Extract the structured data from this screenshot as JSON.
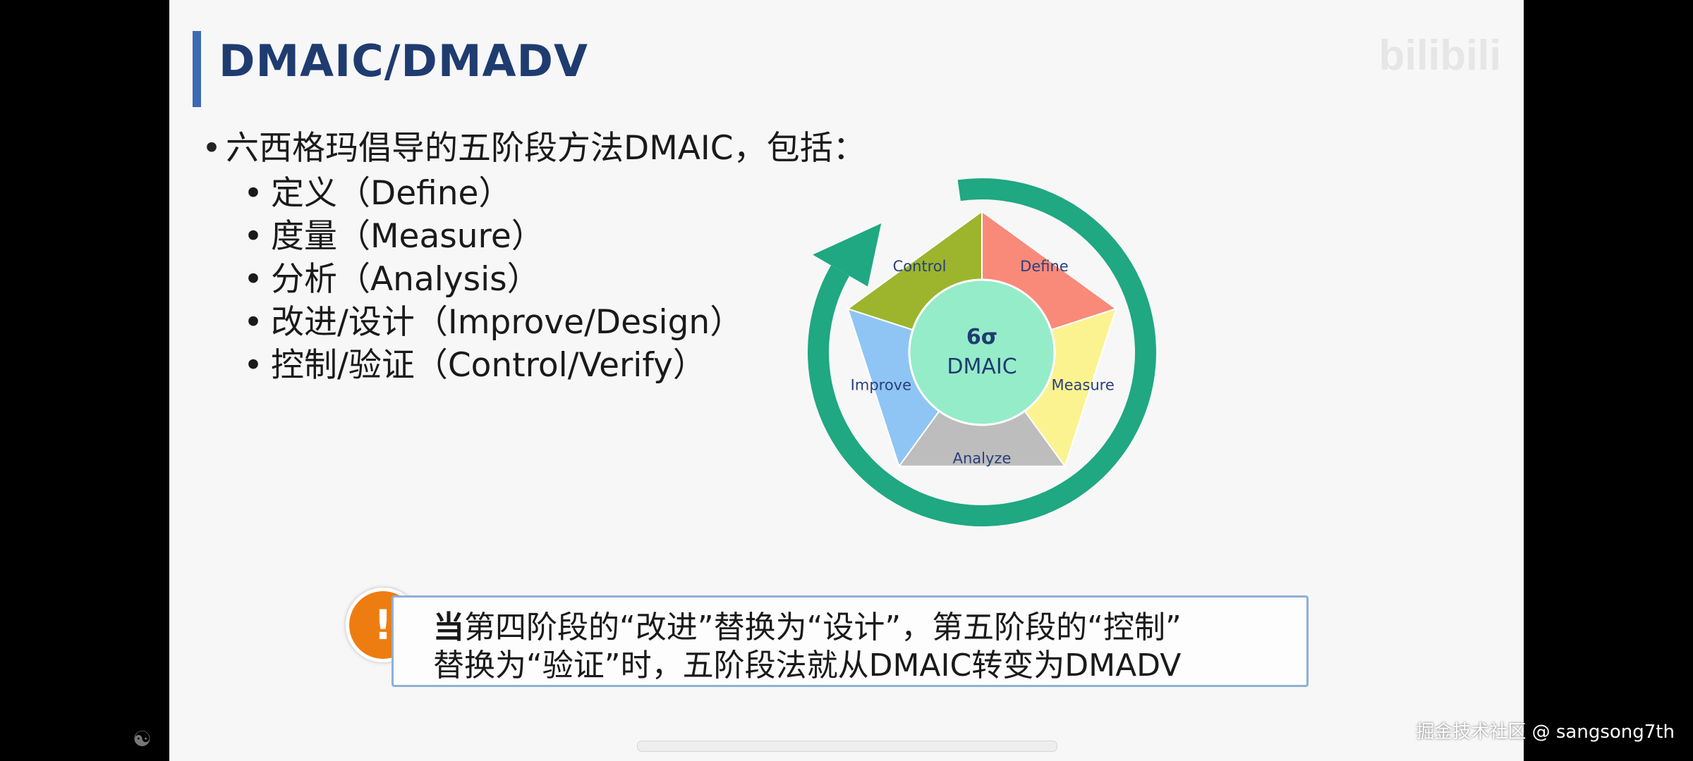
{
  "slide": {
    "title": "DMAIC/DMADV",
    "watermark": "bilibili",
    "main_bullet": "六西格玛倡导的五阶段方法DMAIC，包括：",
    "sub_bullets": [
      "定义（Define）",
      "度量（Measure）",
      "分析（Analysis）",
      "改进/设计（Improve/Design）",
      "控制/验证（Control/Verify）"
    ],
    "diagram": {
      "center_line1": "6σ",
      "center_line2": "DMAIC",
      "segments": [
        {
          "label": "Define",
          "color": "#f98a7a"
        },
        {
          "label": "Measure",
          "color": "#fbf38f"
        },
        {
          "label": "Analyze",
          "color": "#bdbdbd"
        },
        {
          "label": "Improve",
          "color": "#8ec5f4"
        },
        {
          "label": "Control",
          "color": "#9cb52d"
        }
      ],
      "center_color": "#95ecc9",
      "arrow_color": "#1fa882"
    },
    "note": {
      "icon": "!",
      "first_char": "当",
      "line1_rest": "第四阶段的“改进”替换为“设计”，第五阶段的“控制”",
      "line2": "替换为“验证”时，五阶段法就从DMAIC转变为DMADV"
    }
  },
  "overlay": {
    "credit": "掘金技术社区 @ sangsong7th"
  }
}
